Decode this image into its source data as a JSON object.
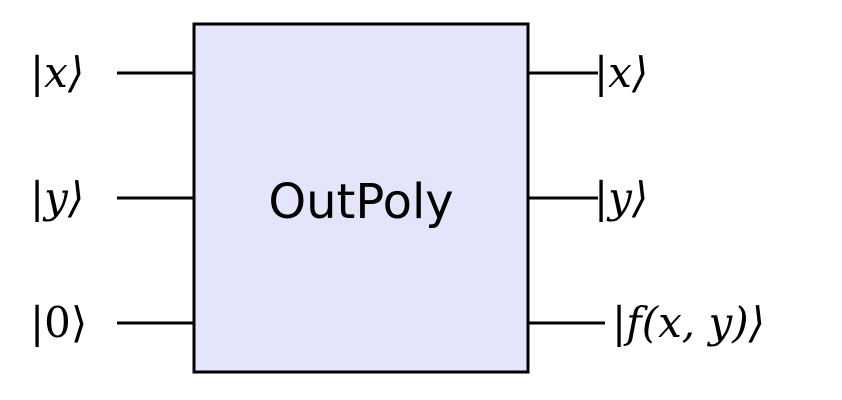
{
  "gate": {
    "label": "OutPoly",
    "fill": "#e4e4fa"
  },
  "inputs": [
    {
      "label": "|x⟩"
    },
    {
      "label": "|y⟩"
    },
    {
      "label": "|0⟩"
    }
  ],
  "outputs": [
    {
      "label": "|x⟩"
    },
    {
      "label": "|y⟩"
    },
    {
      "label": "|f(x, y)⟩"
    }
  ]
}
